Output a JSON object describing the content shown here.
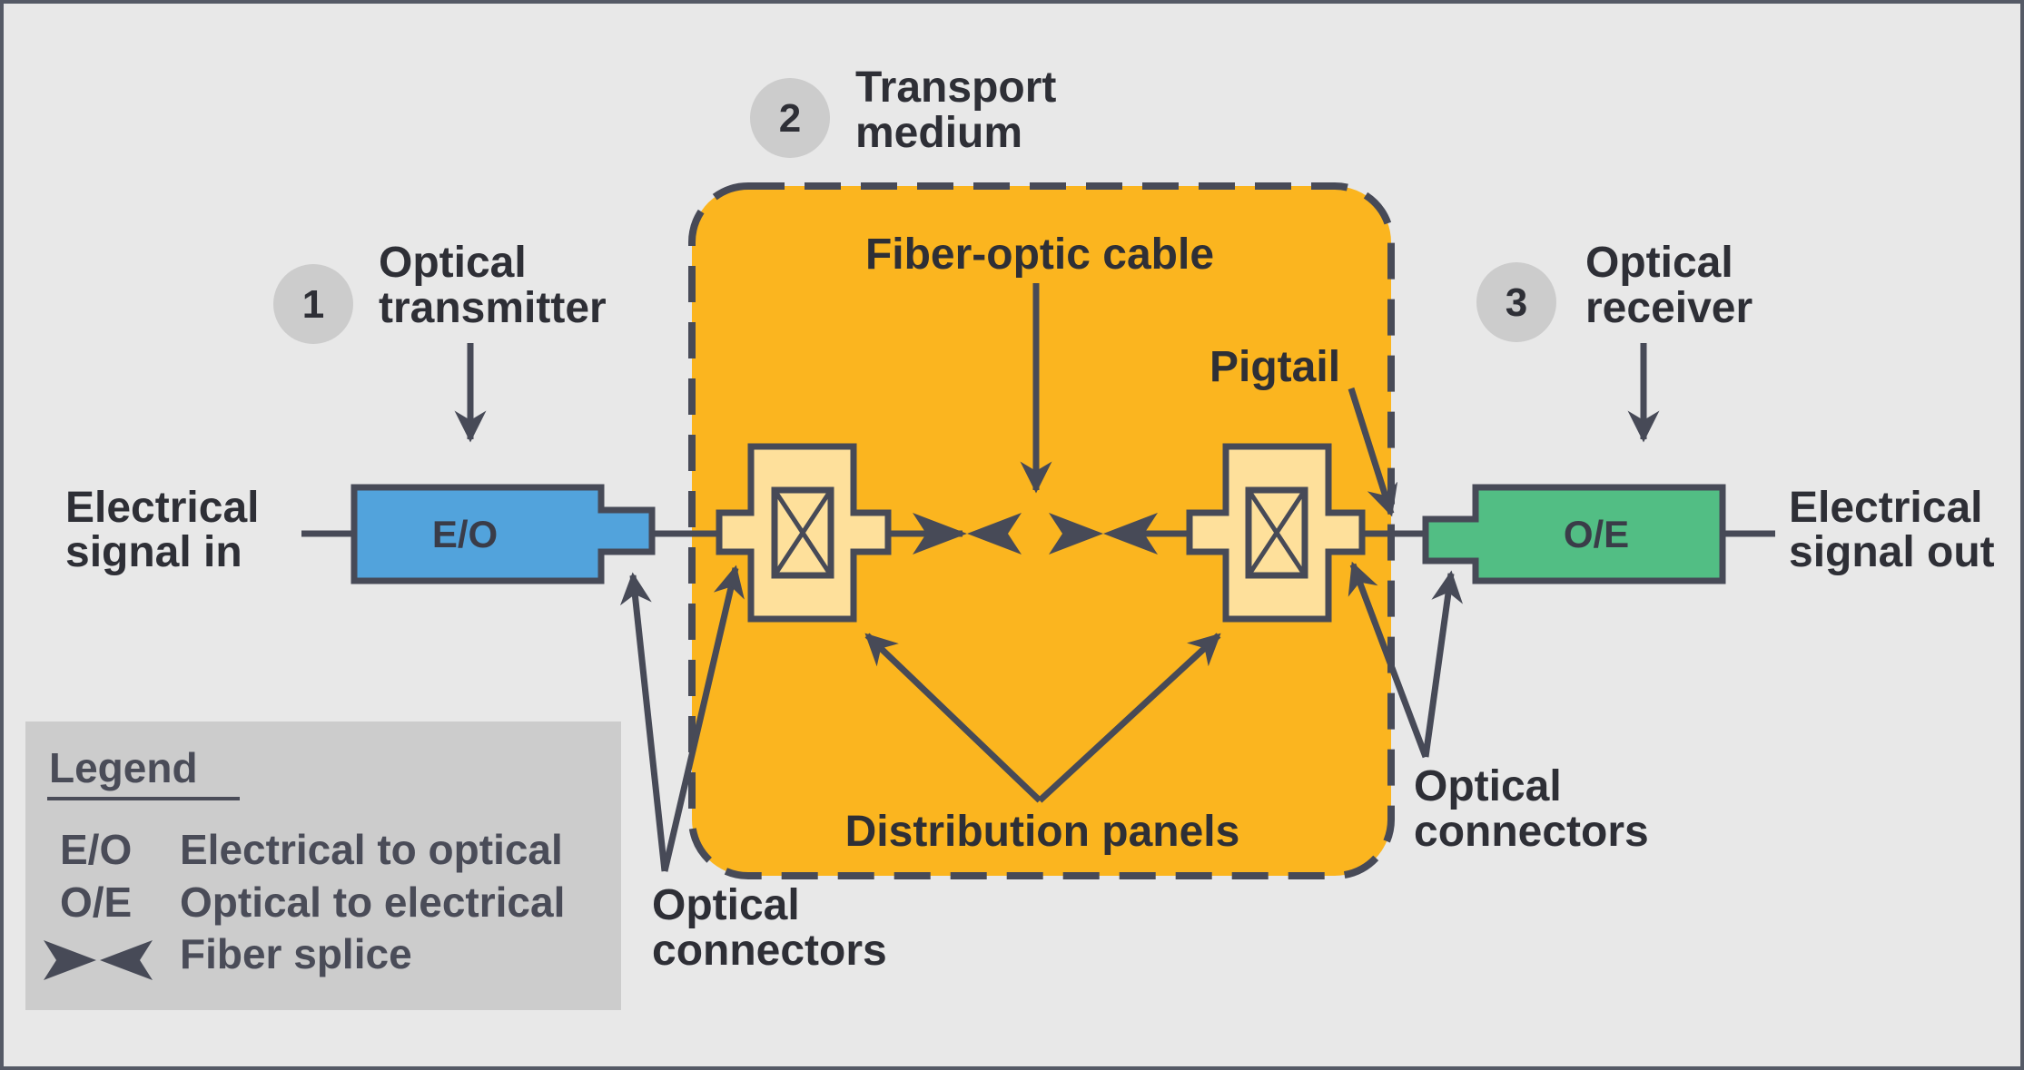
{
  "labels": {
    "transmitter": {
      "number": "1",
      "line1": "Optical",
      "line2": "transmitter"
    },
    "medium": {
      "number": "2",
      "line1": "Transport",
      "line2": "medium"
    },
    "receiver": {
      "number": "3",
      "line1": "Optical",
      "line2": "receiver"
    },
    "signal_in": {
      "line1": "Electrical",
      "line2": "signal in"
    },
    "signal_out": {
      "line1": "Electrical",
      "line2": "signal out"
    },
    "eo_box": "E/O",
    "oe_box": "O/E",
    "fiber_cable": "Fiber-optic cable",
    "pigtail": "Pigtail",
    "distribution_panels": "Distribution panels",
    "connectors_left": {
      "line1": "Optical",
      "line2": "connectors"
    },
    "connectors_right": {
      "line1": "Optical",
      "line2": "connectors"
    }
  },
  "legend": {
    "title": "Legend",
    "items": [
      {
        "key": "E/O",
        "text": "Electrical to optical"
      },
      {
        "key": "O/E",
        "text": "Optical to electrical"
      },
      {
        "key": "",
        "text": "Fiber splice"
      }
    ]
  },
  "colors": {
    "background": "#e8e8e8",
    "frame": "#555a66",
    "ink": "#474a57",
    "medium_fill": "#fbb51f",
    "panel_fill": "#fee09b",
    "eo_fill": "#52a3dc",
    "oe_fill": "#52be84",
    "badge_fill": "#cccccc",
    "legend_fill": "#cccccc"
  }
}
